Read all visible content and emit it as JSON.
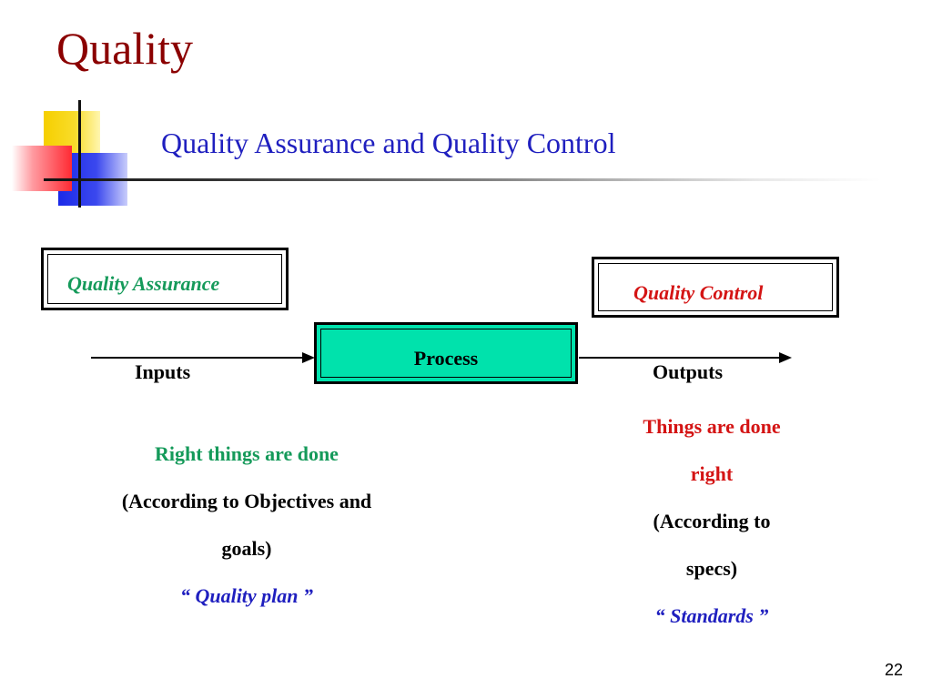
{
  "slide": {
    "title": "Quality",
    "subtitle": "Quality Assurance and Quality Control",
    "page_number": "22"
  },
  "diagram": {
    "qa_box_label": "Quality Assurance",
    "qc_box_label": "Quality Control",
    "process_label": "Process",
    "inputs_label": "Inputs",
    "outputs_label": "Outputs"
  },
  "qa_text": {
    "line1": "Right things are done",
    "line2": "(According to Objectives and",
    "line3": "goals)",
    "line4": "“ Quality plan ”"
  },
  "qc_text": {
    "line1": "Things are done",
    "line2": "right",
    "line3": "(According to",
    "line4": "specs)",
    "line5": "“ Standards ”"
  },
  "colors": {
    "title": "#8b0000",
    "subtitle": "#1f1fbf",
    "qa_accent": "#159a5a",
    "qc_accent": "#d41414",
    "process_fill": "#00e2ac"
  }
}
